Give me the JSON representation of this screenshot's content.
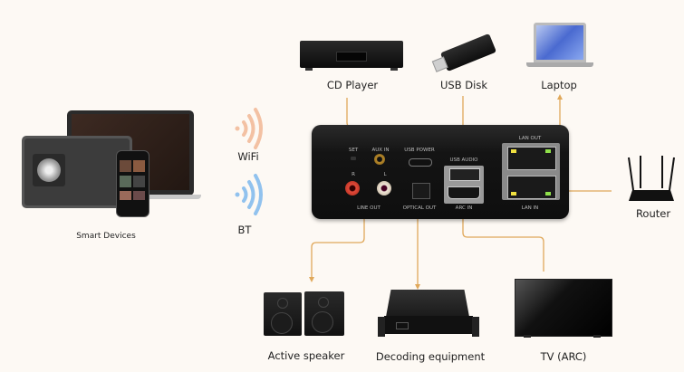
{
  "diagram": {
    "hub": {
      "ports": {
        "set": "SET",
        "aux_in": "AUX IN",
        "usb_power": "USB POWER",
        "usb_audio": "USB AUDIO",
        "lan_out": "LAN OUT",
        "lan_in": "LAN IN",
        "r": "R",
        "l": "L",
        "line_out": "LINE OUT",
        "optical_out": "OPTICAL OUT",
        "arc_in": "ARC IN"
      }
    },
    "devices": {
      "smart_devices": "Smart Devices",
      "wifi": "WiFi",
      "bt": "BT",
      "cd_player": "CD Player",
      "usb_disk": "USB Disk",
      "laptop": "Laptop",
      "router": "Router",
      "active_speaker": "Active speaker",
      "decoding_equipment": "Decoding equipment",
      "tv": "TV (ARC)"
    },
    "colors": {
      "line": "#e0a85a",
      "wifi": "#f2b896",
      "bt": "#7fb9ee",
      "led_green": "#8fe04a",
      "led_yellow": "#f0e040"
    }
  }
}
